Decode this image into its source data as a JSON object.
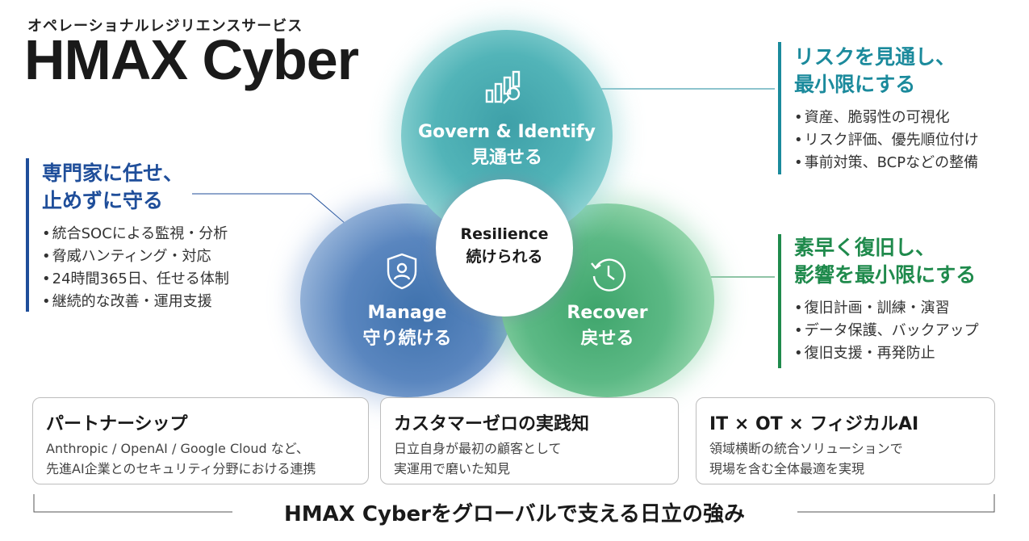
{
  "header": {
    "subtitle": "オペレーショナルレジリエンスサービス",
    "title": "HMAX Cyber"
  },
  "circles": {
    "govern": {
      "en": "Govern & Identify",
      "jp": "見通せる",
      "icon": "chart-search-icon",
      "color": "#4aaeb4"
    },
    "manage": {
      "en": "Manage",
      "jp": "守り続ける",
      "icon": "shield-user-icon",
      "color": "#4f7fbb"
    },
    "recover": {
      "en": "Recover",
      "jp": "戻せる",
      "icon": "clock-restore-icon",
      "color": "#52b37b"
    },
    "center": {
      "en": "Resilience",
      "jp": "続けられる"
    }
  },
  "sections": {
    "govern": {
      "title_line1": "リスクを見通し、",
      "title_line2": "最小限にする",
      "color": "#1b8a9c",
      "bullets": [
        "資産、脆弱性の可視化",
        "リスク評価、優先順位付け",
        "事前対策、BCPなどの整備"
      ]
    },
    "manage": {
      "title_line1": "専門家に任せ、",
      "title_line2": "止めずに守る",
      "color": "#1f4e9a",
      "bullets": [
        "統合SOCによる監視・分析",
        "脅威ハンティング・対応",
        "24時間365日、任せる体制",
        "継続的な改善・運用支援"
      ]
    },
    "recover": {
      "title_line1": "素早く復旧し、",
      "title_line2": "影響を最小限にする",
      "color": "#1f8a4c",
      "bullets": [
        "復旧計画・訓練・演習",
        "データ保護、バックアップ",
        "復旧支援・再発防止"
      ]
    }
  },
  "cards": [
    {
      "title": "パートナーシップ",
      "line1": "Anthropic / OpenAI / Google Cloud など、",
      "line2": "先進AI企業とのセキュリティ分野における連携"
    },
    {
      "title": "カスタマーゼロの実践知",
      "line1": "日立自身が最初の顧客として",
      "line2": "実運用で磨いた知見"
    },
    {
      "title": "IT × OT × フィジカルAI",
      "line1": "領域横断の統合ソリューションで",
      "line2": "現場を含む全体最適を実現"
    }
  ],
  "footer": {
    "text": "HMAX Cyberをグローバルで支える日立の強み"
  }
}
